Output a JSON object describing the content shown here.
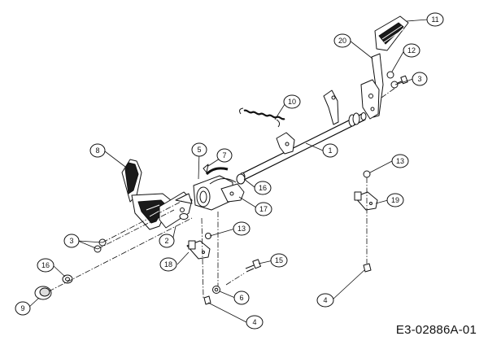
{
  "drawing_code": "E3-02886A-01",
  "callouts": [
    {
      "id": "1"
    },
    {
      "id": "2"
    },
    {
      "id": "3"
    },
    {
      "id": "3"
    },
    {
      "id": "4"
    },
    {
      "id": "4"
    },
    {
      "id": "5"
    },
    {
      "id": "6"
    },
    {
      "id": "7"
    },
    {
      "id": "8"
    },
    {
      "id": "9"
    },
    {
      "id": "10"
    },
    {
      "id": "11"
    },
    {
      "id": "12"
    },
    {
      "id": "13"
    },
    {
      "id": "13"
    },
    {
      "id": "15"
    },
    {
      "id": "16"
    },
    {
      "id": "16"
    },
    {
      "id": "17"
    },
    {
      "id": "18"
    },
    {
      "id": "19"
    },
    {
      "id": "20"
    }
  ]
}
